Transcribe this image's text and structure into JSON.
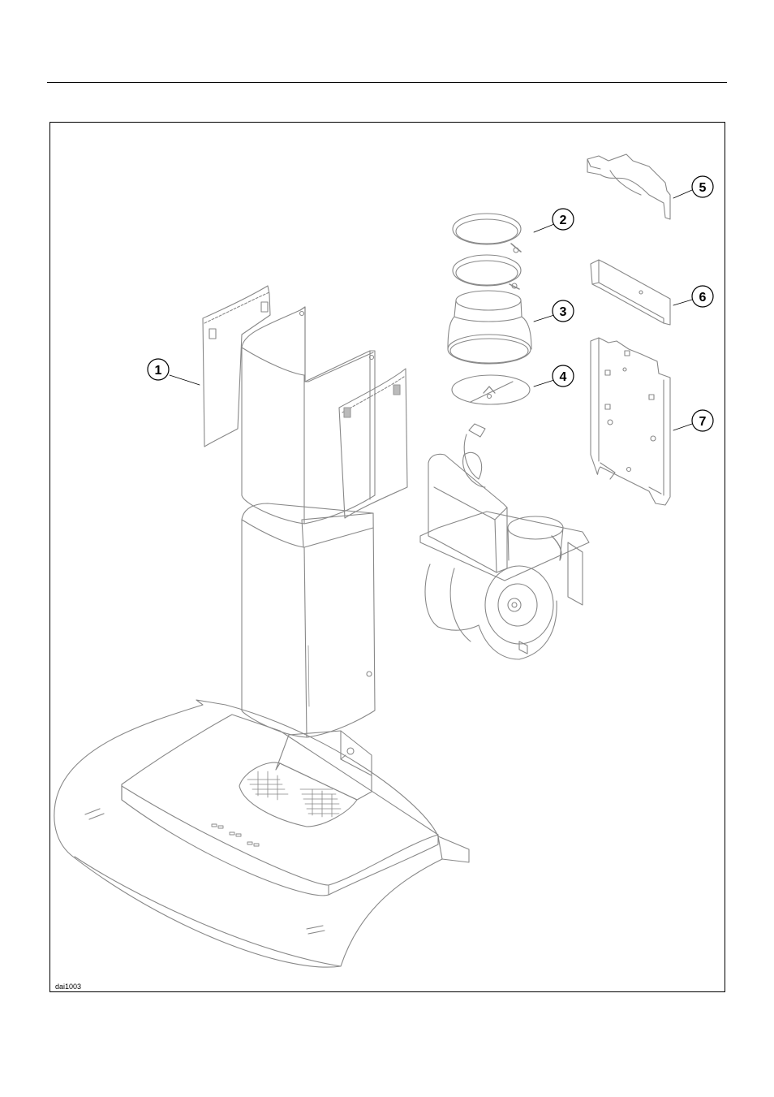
{
  "figure": {
    "code": "dai1003",
    "callouts": [
      "1",
      "2",
      "3",
      "4",
      "5",
      "6",
      "7"
    ]
  }
}
